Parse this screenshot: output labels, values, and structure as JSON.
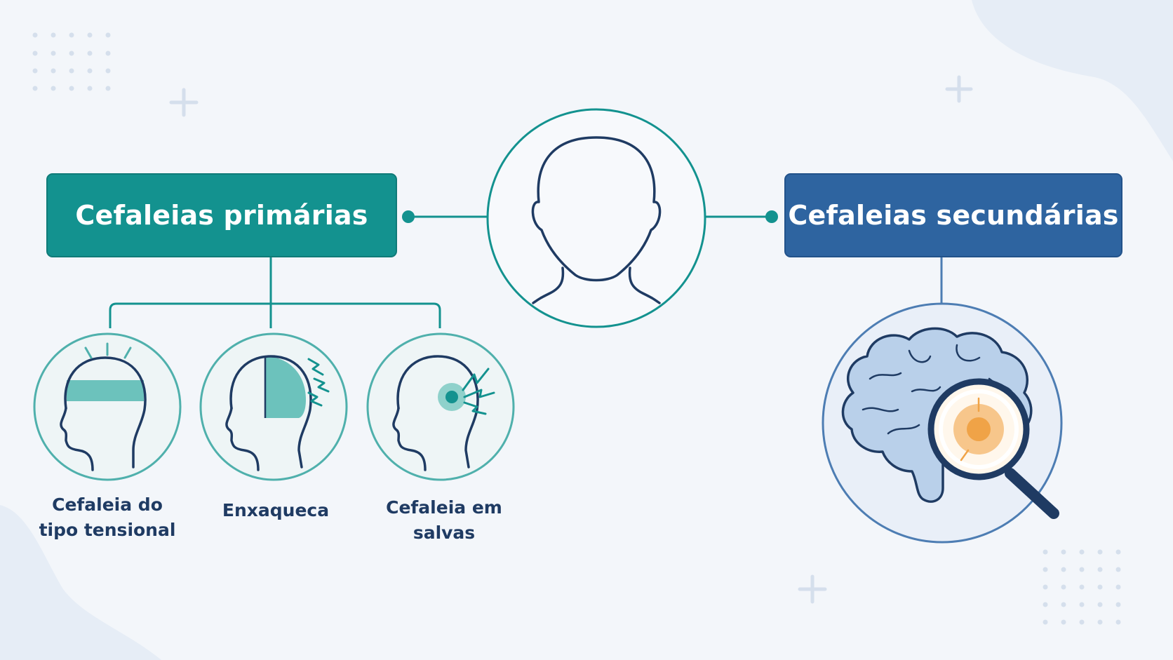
{
  "primary": {
    "title": "Cefaleias primárias",
    "color": "#13928f",
    "items": [
      {
        "line1": "Cefaleia do",
        "line2": "tipo tensional",
        "icon": "headband-head-icon"
      },
      {
        "line1": "Enxaqueca",
        "line2": "",
        "icon": "half-head-pain-icon"
      },
      {
        "line1": "Cefaleia em",
        "line2": "salvas",
        "icon": "eye-pain-head-icon"
      }
    ]
  },
  "center": {
    "icon": "head-silhouette-icon"
  },
  "secondary": {
    "title": "Cefaleias secundárias",
    "color": "#2e64a0",
    "icon": "brain-magnifier-icon"
  }
}
